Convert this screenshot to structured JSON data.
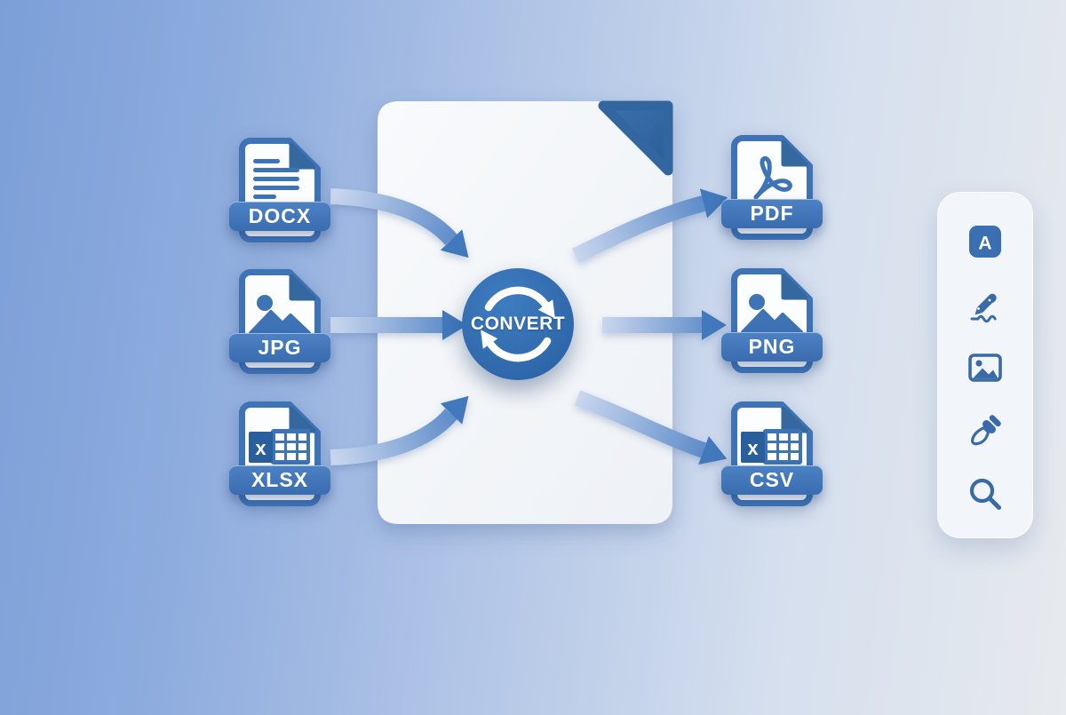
{
  "diagram": {
    "convert_label": "CONVERT",
    "inputs": [
      {
        "label": "DOCX",
        "icon": "text-document-icon"
      },
      {
        "label": "JPG",
        "icon": "image-file-icon"
      },
      {
        "label": "XLSX",
        "icon": "spreadsheet-file-icon"
      }
    ],
    "outputs": [
      {
        "label": "PDF",
        "icon": "pdf-file-icon"
      },
      {
        "label": "PNG",
        "icon": "image-file-icon"
      },
      {
        "label": "CSV",
        "icon": "spreadsheet-file-icon"
      }
    ]
  },
  "toolbar": {
    "items": [
      {
        "name": "text-tool",
        "glyph": "A"
      },
      {
        "name": "signature-tool"
      },
      {
        "name": "image-tool"
      },
      {
        "name": "brush-tool"
      },
      {
        "name": "search-tool"
      }
    ]
  },
  "colors": {
    "background_left": "#7c9fd8",
    "background_right": "#e7eaee",
    "primary_blue": "#3b70b4",
    "fold_blue": "#32669f",
    "convert_circle_blue": "#2f6cae",
    "arrow_light": "#cbd8ef",
    "arrow_dark": "#4a7ec2",
    "page_white": "#f4f6f9",
    "toolbar_bg": "#f3f6fb",
    "label_text": "#ffffff"
  }
}
